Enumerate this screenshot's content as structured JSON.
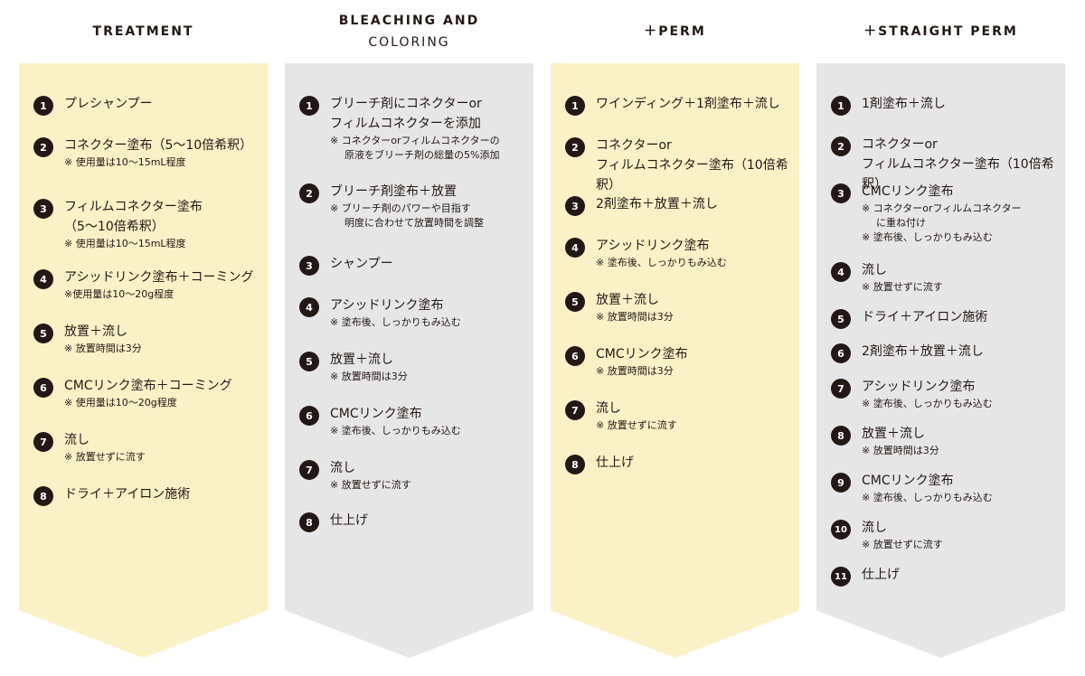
{
  "columns": [
    {
      "id": "treatment",
      "header": [
        "TREATMENT"
      ],
      "tone": "yellow",
      "steps": [
        {
          "num": "1",
          "title": "プレシャンプー",
          "notes": []
        },
        {
          "num": "2",
          "title": "コネクター塗布（5〜10倍希釈）",
          "notes": [
            "※ 使用量は10〜15mL程度"
          ]
        },
        {
          "num": "3",
          "title": "フィルムコネクター塗布\n（5〜10倍希釈）",
          "notes": [
            "※ 使用量は10〜15mL程度"
          ]
        },
        {
          "num": "4",
          "title": "アシッドリンク塗布＋コーミング",
          "notes": [
            "※使用量は10〜20g程度"
          ]
        },
        {
          "num": "5",
          "title": "放置＋流し",
          "notes": [
            "※ 放置時間は3分"
          ]
        },
        {
          "num": "6",
          "title": "CMCリンク塗布＋コーミング",
          "notes": [
            "※ 使用量は10〜20g程度"
          ]
        },
        {
          "num": "7",
          "title": "流し",
          "notes": [
            "※ 放置せずに流す"
          ]
        },
        {
          "num": "8",
          "title": "ドライ＋アイロン施術",
          "notes": []
        }
      ]
    },
    {
      "id": "bleaching",
      "header": [
        "BLEACHING AND",
        "COLORING"
      ],
      "tone": "gray",
      "steps": [
        {
          "num": "1",
          "title": "ブリーチ剤にコネクターor\nフィルムコネクターを添加",
          "notes": [
            "※ コネクターorフィルムコネクターの\n原液をブリーチ剤の総量の5%添加"
          ]
        },
        {
          "num": "2",
          "title": "ブリーチ剤塗布＋放置",
          "notes": [
            "※ ブリーチ剤のパワーや目指す\n明度に合わせて放置時間を調整"
          ]
        },
        {
          "num": "3",
          "title": "シャンプー",
          "notes": []
        },
        {
          "num": "4",
          "title": "アシッドリンク塗布",
          "notes": [
            "※ 塗布後、しっかりもみ込む"
          ]
        },
        {
          "num": "5",
          "title": "放置＋流し",
          "notes": [
            "※ 放置時間は3分"
          ]
        },
        {
          "num": "6",
          "title": "CMCリンク塗布",
          "notes": [
            "※ 塗布後、しっかりもみ込む"
          ]
        },
        {
          "num": "7",
          "title": "流し",
          "notes": [
            "※ 放置せずに流す"
          ]
        },
        {
          "num": "8",
          "title": "仕上げ",
          "notes": []
        }
      ]
    },
    {
      "id": "perm",
      "header": [
        "＋PERM"
      ],
      "tone": "yellow",
      "steps": [
        {
          "num": "1",
          "title": "ワインディング＋1剤塗布＋流し",
          "notes": []
        },
        {
          "num": "2",
          "title": "コネクターor\nフィルムコネクター塗布（10倍希釈）",
          "notes": []
        },
        {
          "num": "3",
          "title": "2剤塗布＋放置＋流し",
          "notes": []
        },
        {
          "num": "4",
          "title": "アシッドリンク塗布",
          "notes": [
            "※ 塗布後、しっかりもみ込む"
          ]
        },
        {
          "num": "5",
          "title": "放置＋流し",
          "notes": [
            "※ 放置時間は3分"
          ]
        },
        {
          "num": "6",
          "title": "CMCリンク塗布",
          "notes": [
            "※ 放置時間は3分"
          ]
        },
        {
          "num": "7",
          "title": "流し",
          "notes": [
            "※ 放置せずに流す"
          ]
        },
        {
          "num": "8",
          "title": "仕上げ",
          "notes": []
        }
      ]
    },
    {
      "id": "straight",
      "header": [
        "＋STRAIGHT PERM"
      ],
      "tone": "gray",
      "steps": [
        {
          "num": "1",
          "title": "1剤塗布＋流し",
          "notes": []
        },
        {
          "num": "2",
          "title": "コネクターor\nフィルムコネクター塗布（10倍希釈）",
          "notes": []
        },
        {
          "num": "3",
          "title": "CMCリンク塗布",
          "notes": [
            "※ コネクターorフィルムコネクター\nに重ね付け",
            "※ 塗布後、しっかりもみ込む"
          ]
        },
        {
          "num": "4",
          "title": "流し",
          "notes": [
            "※ 放置せずに流す"
          ]
        },
        {
          "num": "5",
          "title": "ドライ＋アイロン施術",
          "notes": []
        },
        {
          "num": "6",
          "title": "2剤塗布＋放置＋流し",
          "notes": []
        },
        {
          "num": "7",
          "title": "アシッドリンク塗布",
          "notes": [
            "※ 塗布後、しっかりもみ込む"
          ]
        },
        {
          "num": "8",
          "title": "放置＋流し",
          "notes": [
            "※ 放置時間は3分"
          ]
        },
        {
          "num": "9",
          "title": "CMCリンク塗布",
          "notes": [
            "※ 塗布後、しっかりもみ込む"
          ]
        },
        {
          "num": "10",
          "title": "流し",
          "notes": [
            "※ 放置せずに流す"
          ]
        },
        {
          "num": "11",
          "title": "仕上げ",
          "notes": []
        }
      ]
    }
  ]
}
